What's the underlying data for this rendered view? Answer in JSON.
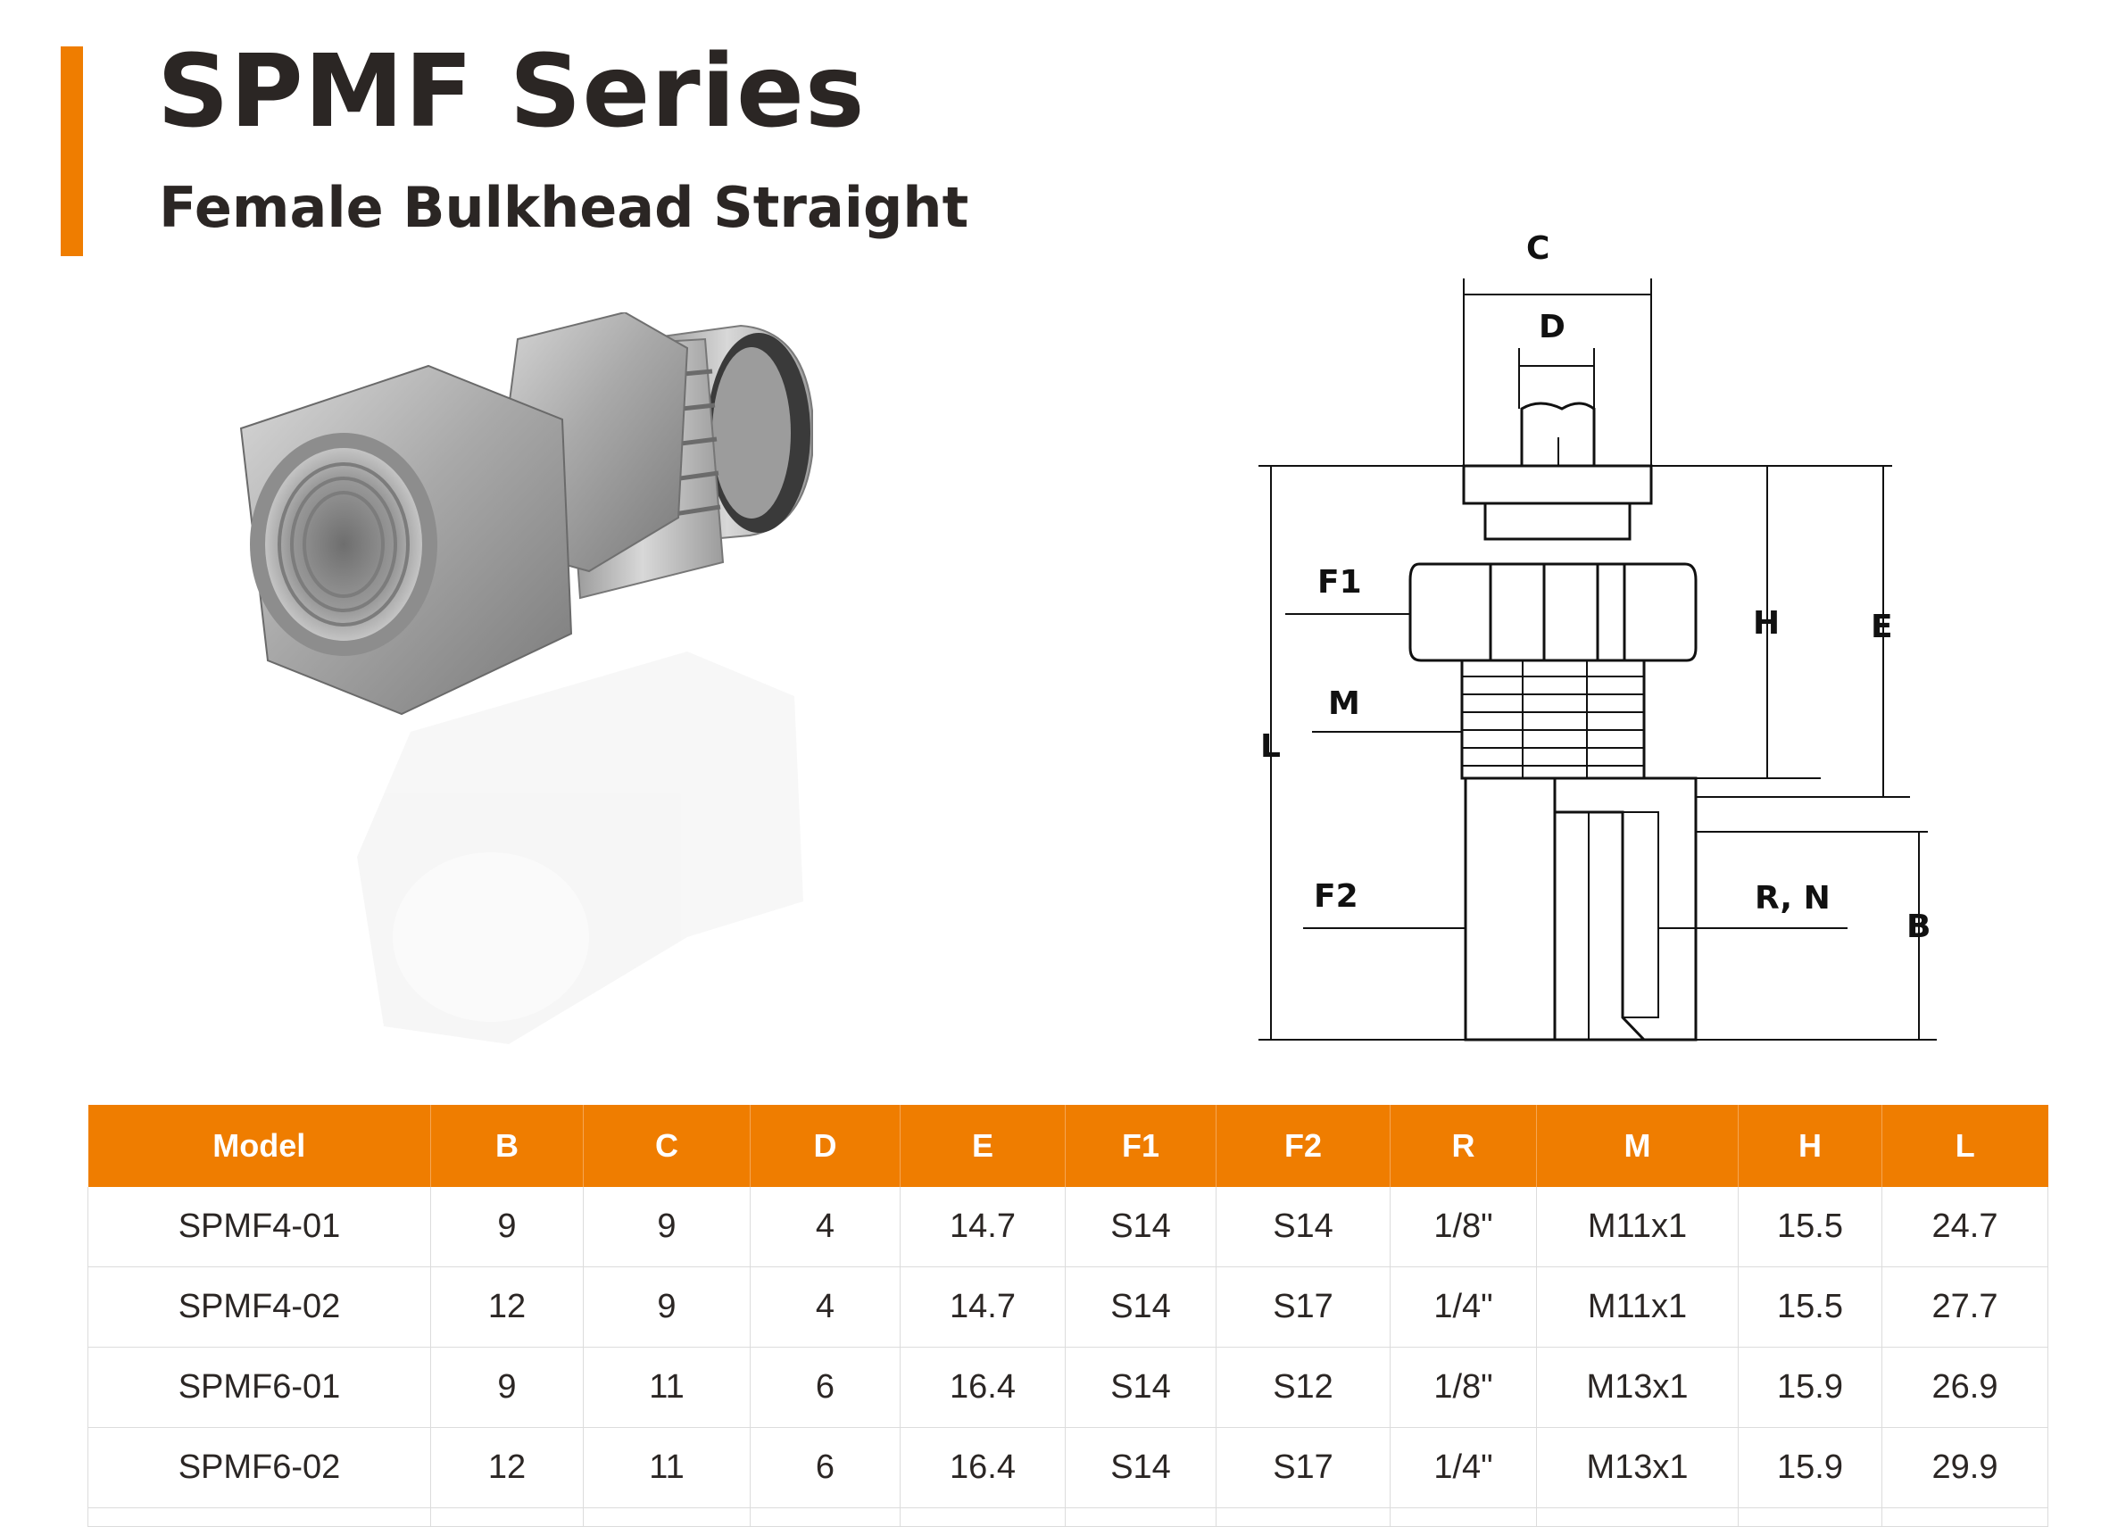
{
  "header": {
    "title": "SPMF Series",
    "subtitle": "Female Bulkhead Straight",
    "accent_color": "#ef7d00"
  },
  "drawing": {
    "labels": {
      "c": "C",
      "d": "D",
      "f1": "F1",
      "m": "M",
      "l": "L",
      "f2": "F2",
      "h": "H",
      "e": "E",
      "rn": "R, N",
      "b": "B"
    }
  },
  "table": {
    "columns": [
      "Model",
      "B",
      "C",
      "D",
      "E",
      "F1",
      "F2",
      "R",
      "M",
      "H",
      "L"
    ],
    "rows": [
      [
        "SPMF4-01",
        "9",
        "9",
        "4",
        "14.7",
        "S14",
        "S14",
        "1/8\"",
        "M11x1",
        "15.5",
        "24.7"
      ],
      [
        "SPMF4-02",
        "12",
        "9",
        "4",
        "14.7",
        "S14",
        "S17",
        "1/4\"",
        "M11x1",
        "15.5",
        "27.7"
      ],
      [
        "SPMF6-01",
        "9",
        "11",
        "6",
        "16.4",
        "S14",
        "S12",
        "1/8\"",
        "M13x1",
        "15.9",
        "26.9"
      ],
      [
        "SPMF6-02",
        "12",
        "11",
        "6",
        "16.4",
        "S14",
        "S17",
        "1/4\"",
        "M13x1",
        "15.9",
        "29.9"
      ]
    ]
  }
}
